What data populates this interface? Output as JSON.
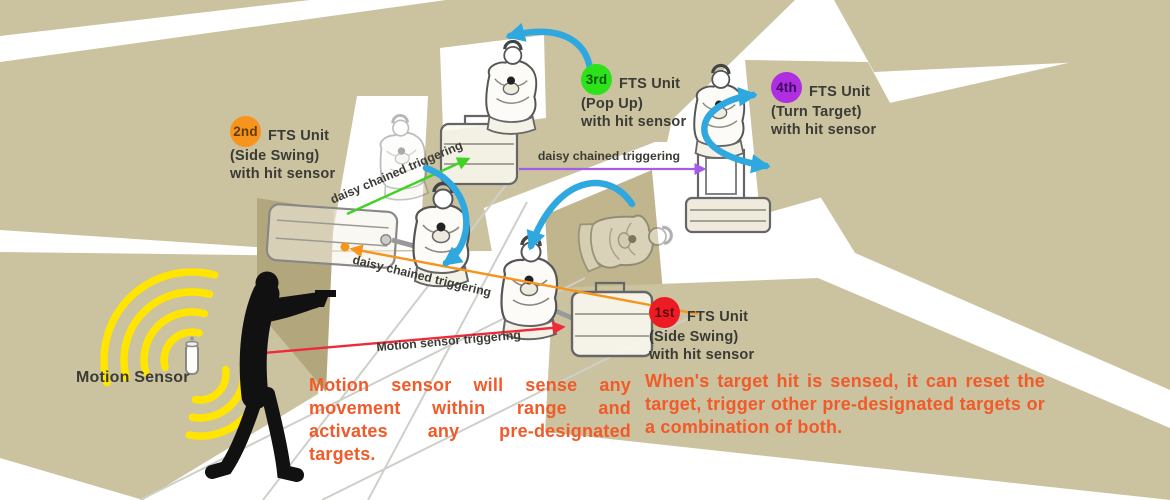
{
  "diagram": {
    "units": [
      {
        "rank": "1st",
        "label": "FTS Unit",
        "mode": "(Side Swing)",
        "feature": "with hit sensor",
        "badge_color": "#ed1c24",
        "badge_text_color": "#5f0c0f"
      },
      {
        "rank": "2nd",
        "label": "FTS Unit",
        "mode": "(Side Swing)",
        "feature": "with hit sensor",
        "badge_color": "#f7941d",
        "badge_text_color": "#5f3d00"
      },
      {
        "rank": "3rd",
        "label": "FTS Unit",
        "mode": "(Pop Up)",
        "feature": "with hit sensor",
        "badge_color": "#2ce21b",
        "badge_text_color": "#0c5703"
      },
      {
        "rank": "4th",
        "label": "FTS Unit",
        "mode": "(Turn Target)",
        "feature": "with hit sensor",
        "badge_color": "#ae2ee0",
        "badge_text_color": "#3c0a5e"
      }
    ],
    "motion_sensor": {
      "label": "Motion Sensor"
    },
    "arrows": [
      {
        "id": "green",
        "label": "daisy chained triggering",
        "color": "#3ed321"
      },
      {
        "id": "purple",
        "label": "daisy chained triggering",
        "color": "#a55ce6"
      },
      {
        "id": "orange",
        "label": "daisy chained triggering",
        "color": "#f7941d"
      },
      {
        "id": "red",
        "label": "Motion sensor triggering",
        "color": "#ed2b3a"
      }
    ],
    "captions": {
      "motion": "Motion sensor will sense any movement within range and activates any pre-designated targets.",
      "hit": "When's target hit is sensed, it can reset the target, trigger other pre-designated targets or a combination of both."
    },
    "colors": {
      "tan_light": "#cbc3a0",
      "tan_mid": "#c0b58c",
      "tan_dark": "#b2a77c",
      "arc_blue": "#2fa8e0",
      "signal_yellow": "#ffe500",
      "label_dark": "#3b3b35",
      "caption_orange": "#f15a29",
      "floor_line": "#cfcfca"
    },
    "icons": [
      "motion-sensor-icon",
      "signal-waves-icon",
      "shooter-silhouette",
      "target-figure",
      "rotation-arrow-icon",
      "carry-case-icon",
      "side-swing-machine-icon"
    ]
  }
}
